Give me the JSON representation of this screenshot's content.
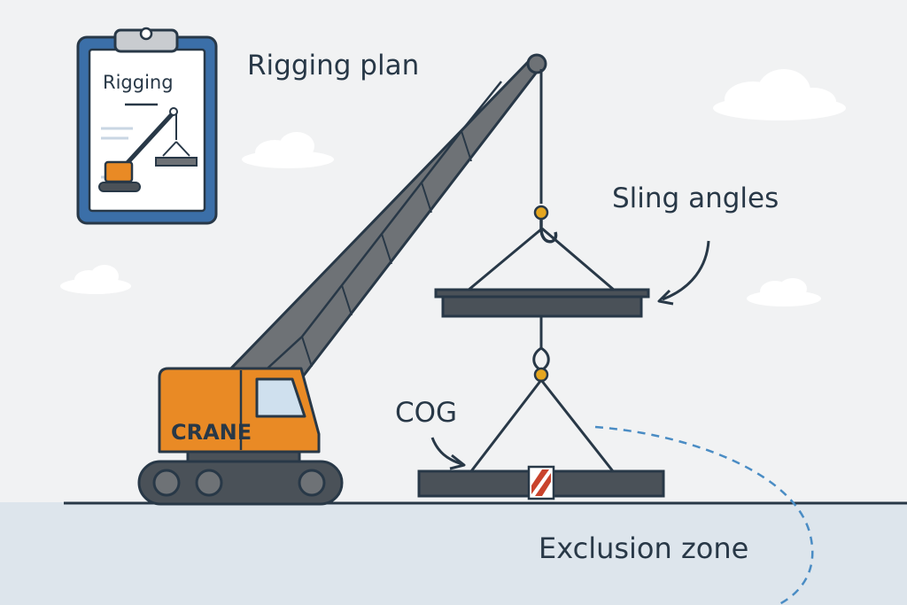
{
  "labels": {
    "title": "Rigging plan",
    "sling_angles": "Sling angles",
    "cog": "COG",
    "exclusion_zone": "Exclusion zone"
  },
  "clipboard": {
    "heading": "Rigging"
  },
  "crane": {
    "body_text": "CRANE"
  },
  "colors": {
    "background": "#f1f2f3",
    "ground": "#dde5ec",
    "outline": "#283847",
    "crane_orange": "#e98a25",
    "boom_gray": "#6e7276",
    "beam_gray": "#4a5158",
    "hook_yellow": "#e5a61f",
    "clipboard_blue": "#3b6fa8",
    "dashed_line": "#4a8cc4",
    "cog_stripe": "#c9432c"
  }
}
